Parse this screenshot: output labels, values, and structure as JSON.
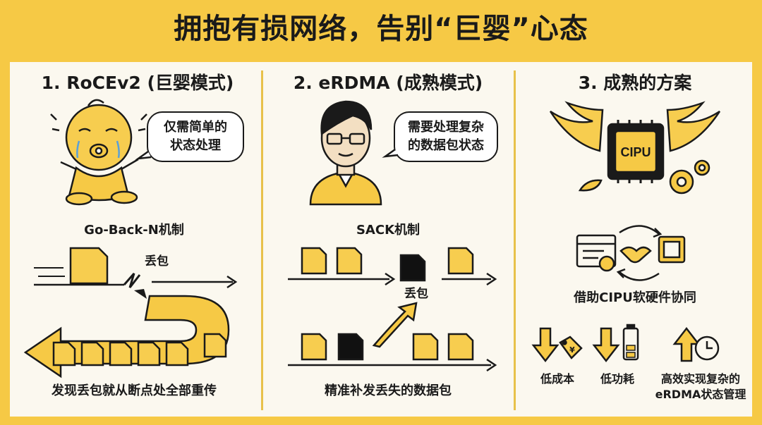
{
  "title": "拥抱有损网络，告别“巨婴”心态",
  "sections": [
    {
      "heading": "1. RoCEv2 (巨婴模式)",
      "bubble": [
        "仅需简单的",
        "状态处理"
      ],
      "mechanism": "Go-Back-N机制",
      "drop_label": "丢包",
      "caption": "发现丢包就从断点处全部重传"
    },
    {
      "heading": "2. eRDMA (成熟模式)",
      "bubble": [
        "需要处理复杂",
        "的数据包状态"
      ],
      "mechanism": "SACK机制",
      "drop_label": "丢包",
      "caption": "精准补发丢失的数据包"
    },
    {
      "heading": "3. 成熟的方案",
      "chip_label": "CIPU",
      "collab": "借助CIPU软硬件协同",
      "benefits": [
        "低成本",
        "低功耗",
        "高效实现复杂的",
        "eRDMA状态管理"
      ],
      "price_tag_symbol": "¥"
    }
  ],
  "colors": {
    "yellow": "#f6c945",
    "packet": "#f7cd4f",
    "lost_packet": "#111111",
    "ink": "#1a1a1a"
  }
}
